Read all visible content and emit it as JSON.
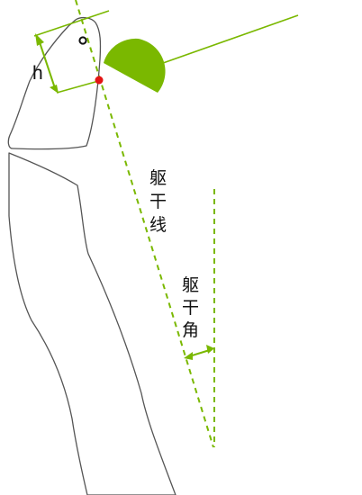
{
  "labels": {
    "height_symbol": "h",
    "pivot_mark": "o",
    "torso_line_chars": [
      "躯",
      "干",
      "线"
    ],
    "torso_angle_chars": [
      "躯",
      "干",
      "角"
    ]
  },
  "colors": {
    "outline": "#555555",
    "guide_line": "#7ab800",
    "semicircle_fill": "#7ab800",
    "contact_point": "#e31414",
    "text": "#111111"
  },
  "icons": {
    "contact_point": "red-dot",
    "pivot": "small-circle"
  }
}
